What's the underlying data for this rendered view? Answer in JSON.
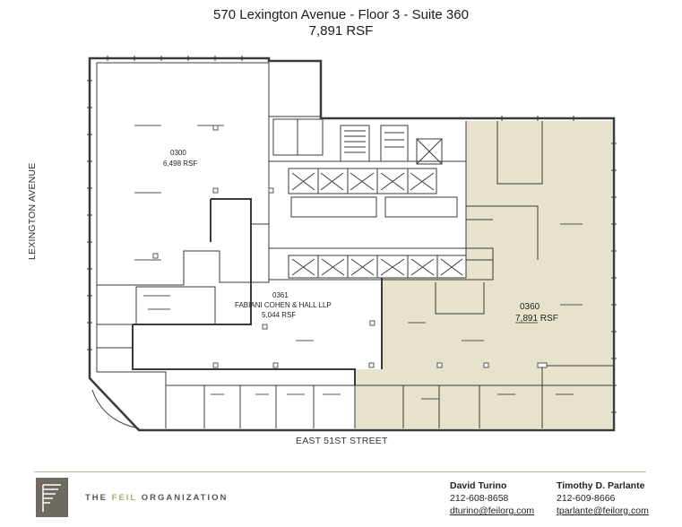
{
  "title": {
    "line1": "570 Lexington Avenue - Floor 3 - Suite 360",
    "line2": "7,891 RSF"
  },
  "streets": {
    "bottom": "EAST 51ST STREET",
    "left": "LEXINGTON AVENUE"
  },
  "suites": [
    {
      "number": "0300",
      "tenant": "",
      "area": "6,498  RSF"
    },
    {
      "number": "0361",
      "tenant": "FABIANI COHEN & HALL LLP",
      "area": "5,044  RSF"
    },
    {
      "number": "0360",
      "tenant": "",
      "area": "7,891  RSF"
    }
  ],
  "colors": {
    "highlight": "#e7e2cc",
    "walls": "#3a3a3a",
    "accent": "#b5a66d"
  },
  "footer": {
    "org_prefix": "THE ",
    "org_highlight": "FEIL",
    "org_suffix": " ORGANIZATION",
    "logo_icon": "feil-logo-icon",
    "contacts": [
      {
        "name": "David Turino",
        "phone": "212-608-8658",
        "email": "dturino@feilorg.com"
      },
      {
        "name": "Timothy D. Parlante",
        "phone": "212-609-8666",
        "email": "tparlante@feilorg.com"
      }
    ]
  }
}
